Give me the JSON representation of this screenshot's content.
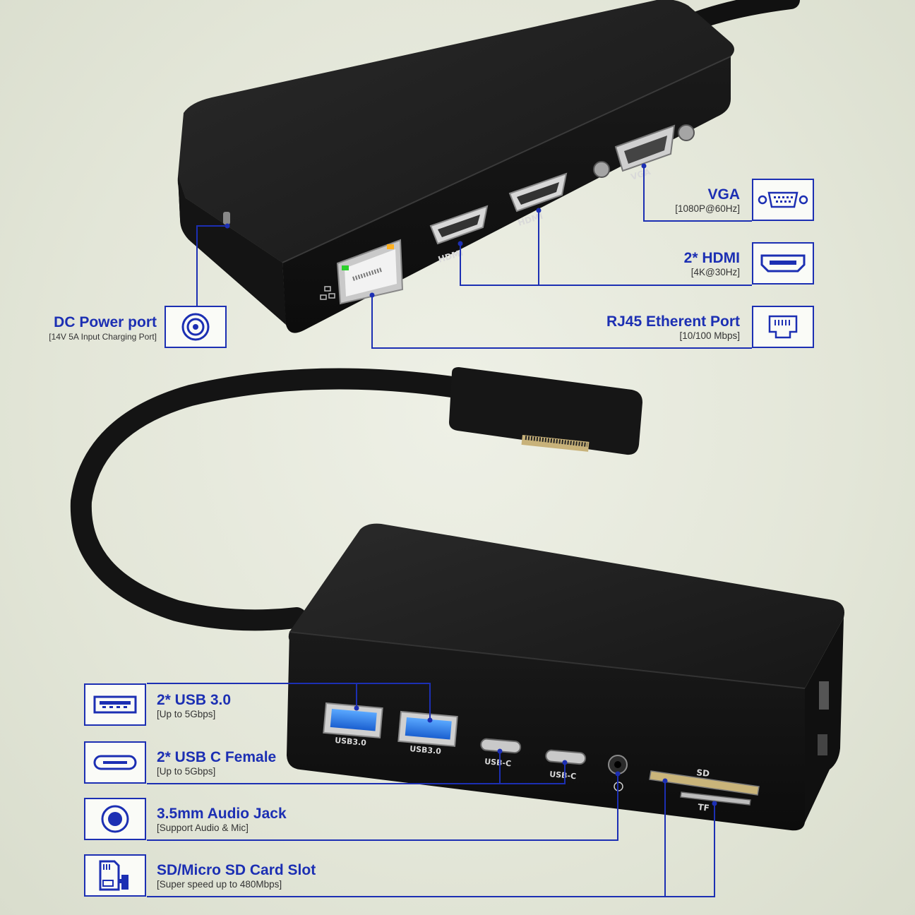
{
  "colors": {
    "accent": "#1c2fb3",
    "device": "#141414",
    "background": "#e6e8dc"
  },
  "top_device": {
    "port_labels": {
      "vga": "VGA",
      "hdmi_1": "HDMI",
      "hdmi_2": "HDMI"
    }
  },
  "bottom_device": {
    "port_labels": {
      "usb3_1": "USB3.0",
      "usb3_2": "USB3.0",
      "usbc_1": "USB-C",
      "usbc_2": "USB-C",
      "sd": "SD",
      "tf": "TF"
    }
  },
  "callouts": {
    "vga": {
      "title": "VGA",
      "subtitle": "[1080P@60Hz]",
      "icon": "vga-port-icon"
    },
    "hdmi": {
      "title": "2* HDMI",
      "subtitle": "[4K@30Hz]",
      "icon": "hdmi-port-icon"
    },
    "rj45": {
      "title": "RJ45 Etherent Port",
      "subtitle": "[10/100 Mbps]",
      "icon": "ethernet-port-icon"
    },
    "dc": {
      "title": "DC Power port",
      "subtitle": "[14V 5A Input Charging Port]",
      "icon": "dc-power-port-icon"
    },
    "usb3": {
      "title": "2* USB 3.0",
      "subtitle": "[Up to 5Gbps]",
      "icon": "usb-a-port-icon"
    },
    "usbc": {
      "title": "2* USB C Female",
      "subtitle": "[Up to 5Gbps]",
      "icon": "usb-c-port-icon"
    },
    "audio": {
      "title": "3.5mm Audio Jack",
      "subtitle": "[Support Audio & Mic]",
      "icon": "audio-jack-icon"
    },
    "sd": {
      "title": "SD/Micro SD Card Slot",
      "subtitle": "[Super speed up to 480Mbps]",
      "icon": "sd-card-icon"
    }
  }
}
